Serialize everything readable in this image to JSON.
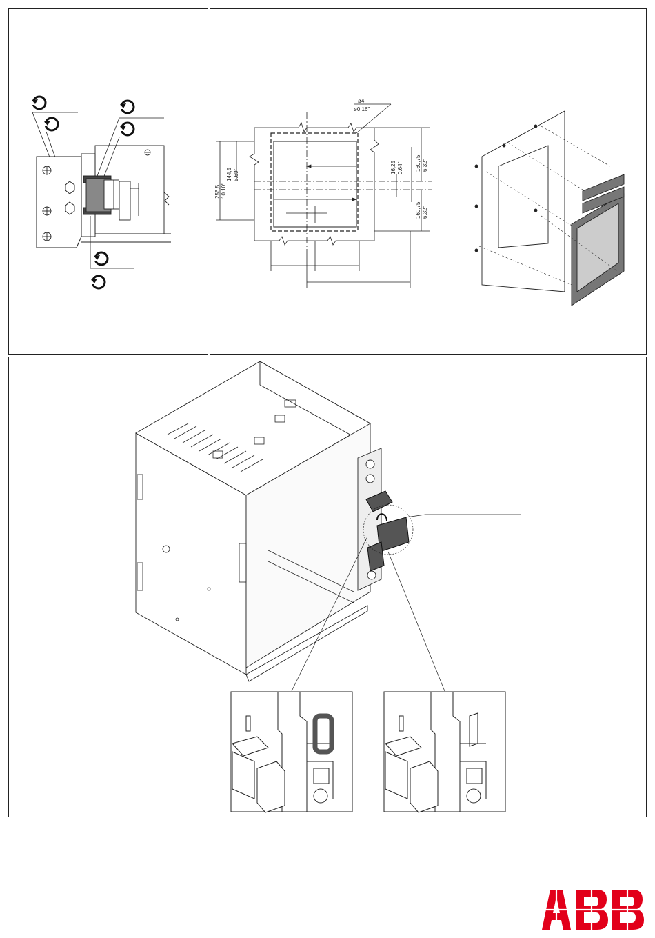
{
  "brand": {
    "name": "ABB",
    "color": "#e2001a"
  },
  "cutout_drawing": {
    "hole_dia_mm": "ø4",
    "hole_dia_in": "ø0.16\"",
    "height_mm": "256,5",
    "height_in": "10.10\"",
    "half_height_mm": "144,5",
    "half_height_in": "5.69\"",
    "offset_mm": "16,25",
    "offset_in": "0.64\"",
    "upper_mm": "160,75",
    "upper_in": "6.32\"",
    "lower_mm": "160,75",
    "lower_in": "6.32\""
  },
  "icons": [
    "rotate-clockwise-icon",
    "rotate-counterclockwise-icon",
    "padlock-icon"
  ]
}
